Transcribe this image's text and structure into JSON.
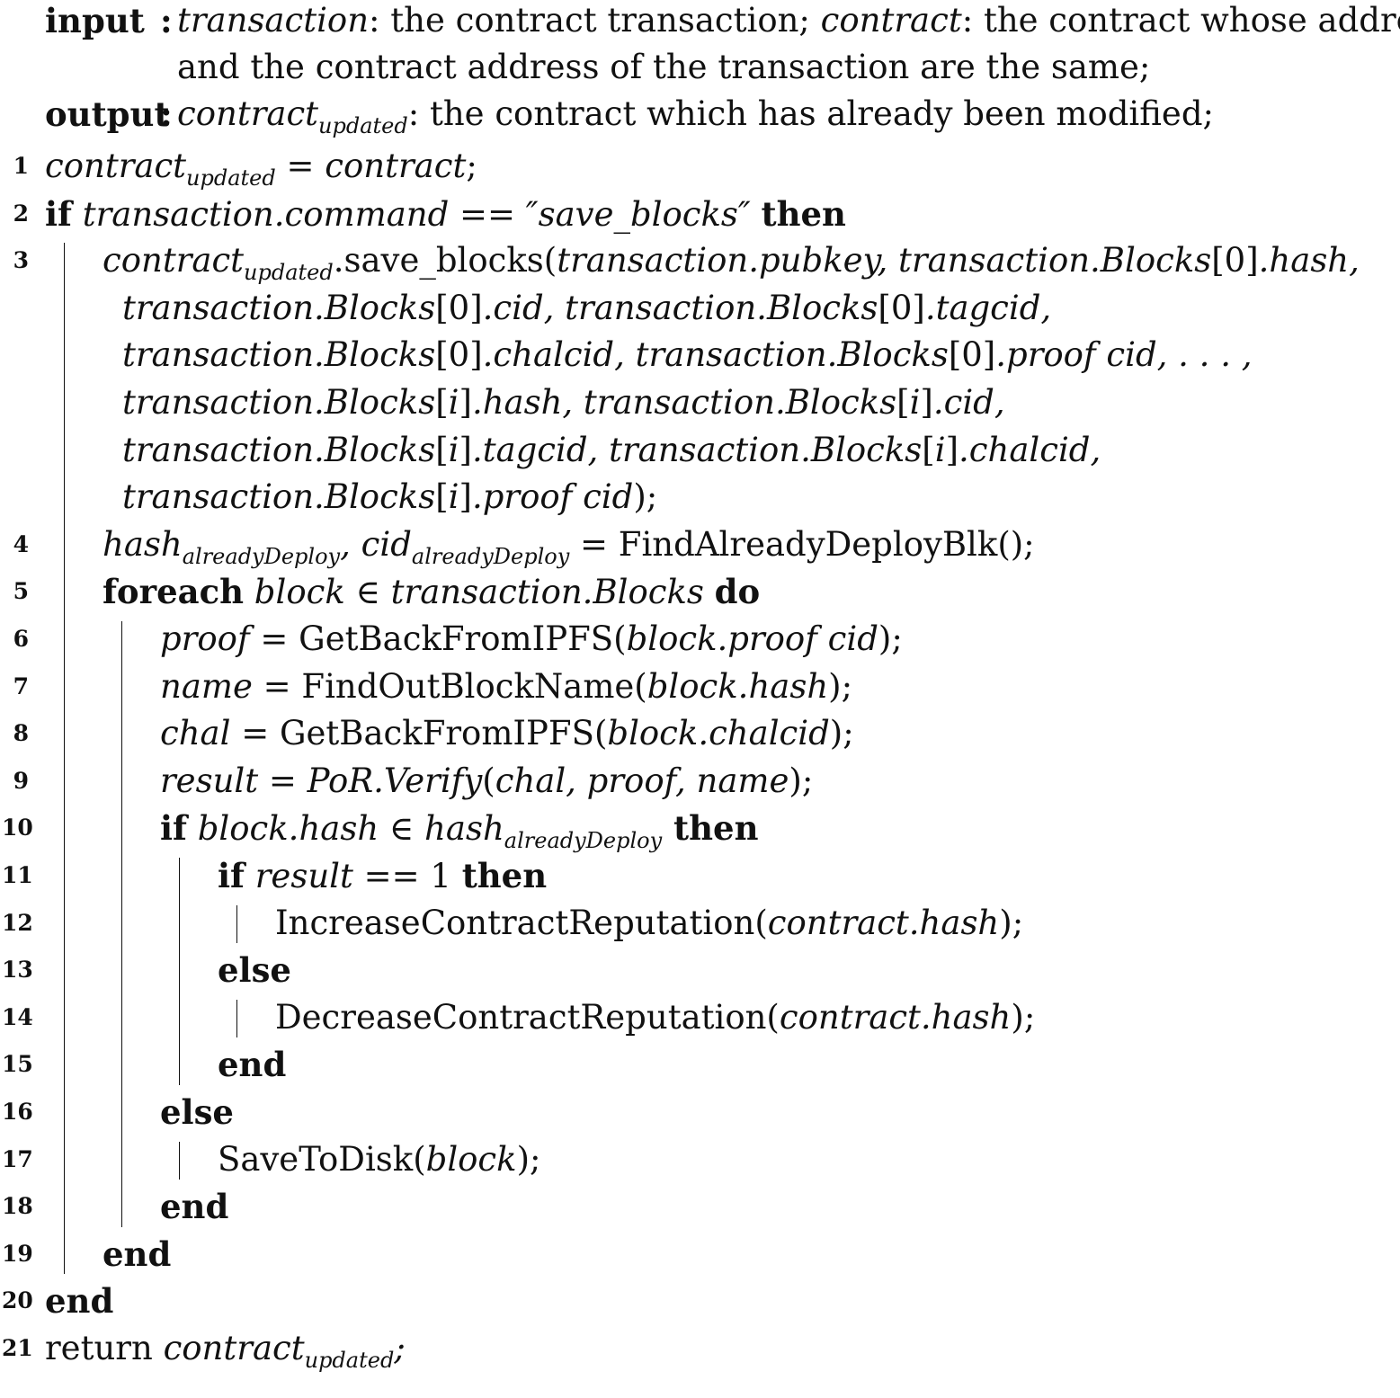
{
  "algorithm": {
    "input_label": "input",
    "output_label": "output",
    "input_line1": [
      {
        "t": "transaction",
        "s": "it"
      },
      {
        "t": ": the contract transaction; ",
        "s": ""
      },
      {
        "t": "contract",
        "s": "it"
      },
      {
        "t": ": the contract whose address",
        "s": ""
      }
    ],
    "input_line2": [
      {
        "t": "and the contract address of the transaction are the same;",
        "s": ""
      }
    ],
    "output_line": [
      {
        "t": "contract",
        "s": "it"
      },
      {
        "t": "updated",
        "s": "sub"
      },
      {
        "t": ": the contract which has already been modified;",
        "s": ""
      }
    ],
    "lines": [
      {
        "n": "1",
        "depth": 0,
        "segs": [
          {
            "t": "contract",
            "s": "it"
          },
          {
            "t": "updated",
            "s": "sub"
          },
          {
            "t": " = ",
            "s": ""
          },
          {
            "t": "contract",
            "s": "it"
          },
          {
            "t": ";",
            "s": ""
          }
        ]
      },
      {
        "n": "2",
        "depth": 0,
        "segs": [
          {
            "t": "if",
            "s": "kw"
          },
          {
            "t": " transaction.command == ″save_blocks″ ",
            "s": "it"
          },
          {
            "t": "then",
            "s": "kw"
          }
        ]
      },
      {
        "n": "3",
        "depth": 1,
        "segs": [
          {
            "t": "contract",
            "s": "it"
          },
          {
            "t": "updated",
            "s": "sub"
          },
          {
            "t": ".save_blocks(",
            "s": ""
          },
          {
            "t": "transaction.pubkey, transaction.Blocks",
            "s": "it"
          },
          {
            "t": "[0]",
            "s": ""
          },
          {
            "t": ".hash,",
            "s": "it"
          }
        ]
      },
      {
        "n": "",
        "depth": 1,
        "cont": true,
        "segs": [
          {
            "t": "transaction.Blocks",
            "s": "it"
          },
          {
            "t": "[0]",
            "s": ""
          },
          {
            "t": ".cid, transaction.Blocks",
            "s": "it"
          },
          {
            "t": "[0]",
            "s": ""
          },
          {
            "t": ".tagcid,",
            "s": "it"
          }
        ]
      },
      {
        "n": "",
        "depth": 1,
        "cont": true,
        "segs": [
          {
            "t": "transaction.Blocks",
            "s": "it"
          },
          {
            "t": "[0]",
            "s": ""
          },
          {
            "t": ".chalcid, transaction.Blocks",
            "s": "it"
          },
          {
            "t": "[0]",
            "s": ""
          },
          {
            "t": ".proof cid, . . . ,",
            "s": "it"
          }
        ]
      },
      {
        "n": "",
        "depth": 1,
        "cont": true,
        "segs": [
          {
            "t": "transaction.Blocks",
            "s": "it"
          },
          {
            "t": "[",
            "s": ""
          },
          {
            "t": "i",
            "s": "it"
          },
          {
            "t": "]",
            "s": ""
          },
          {
            "t": ".hash, transaction.Blocks",
            "s": "it"
          },
          {
            "t": "[",
            "s": ""
          },
          {
            "t": "i",
            "s": "it"
          },
          {
            "t": "]",
            "s": ""
          },
          {
            "t": ".cid,",
            "s": "it"
          }
        ]
      },
      {
        "n": "",
        "depth": 1,
        "cont": true,
        "segs": [
          {
            "t": "transaction.Blocks",
            "s": "it"
          },
          {
            "t": "[",
            "s": ""
          },
          {
            "t": "i",
            "s": "it"
          },
          {
            "t": "]",
            "s": ""
          },
          {
            "t": ".tagcid, transaction.Blocks",
            "s": "it"
          },
          {
            "t": "[",
            "s": ""
          },
          {
            "t": "i",
            "s": "it"
          },
          {
            "t": "]",
            "s": ""
          },
          {
            "t": ".chalcid,",
            "s": "it"
          }
        ]
      },
      {
        "n": "",
        "depth": 1,
        "cont": true,
        "segs": [
          {
            "t": "transaction.Blocks",
            "s": "it"
          },
          {
            "t": "[",
            "s": ""
          },
          {
            "t": "i",
            "s": "it"
          },
          {
            "t": "]",
            "s": ""
          },
          {
            "t": ".proof cid",
            "s": "it"
          },
          {
            "t": ");",
            "s": ""
          }
        ]
      },
      {
        "n": "4",
        "depth": 1,
        "segs": [
          {
            "t": "hash",
            "s": "it"
          },
          {
            "t": "alreadyDeploy",
            "s": "sub"
          },
          {
            "t": ", ",
            "s": "it"
          },
          {
            "t": "cid",
            "s": "it"
          },
          {
            "t": "alreadyDeploy",
            "s": "sub"
          },
          {
            "t": " = FindAlreadyDeployBlk();",
            "s": ""
          }
        ]
      },
      {
        "n": "5",
        "depth": 1,
        "segs": [
          {
            "t": "foreach",
            "s": "kw"
          },
          {
            "t": " block ∈ transaction.Blocks ",
            "s": "it"
          },
          {
            "t": "do",
            "s": "kw"
          }
        ]
      },
      {
        "n": "6",
        "depth": 2,
        "segs": [
          {
            "t": "proof",
            "s": "it"
          },
          {
            "t": " = GetBackFromIPFS(",
            "s": ""
          },
          {
            "t": "block.proof cid",
            "s": "it"
          },
          {
            "t": ");",
            "s": ""
          }
        ]
      },
      {
        "n": "7",
        "depth": 2,
        "segs": [
          {
            "t": "name",
            "s": "it"
          },
          {
            "t": " = FindOutBlockName(",
            "s": ""
          },
          {
            "t": "block.hash",
            "s": "it"
          },
          {
            "t": ");",
            "s": ""
          }
        ]
      },
      {
        "n": "8",
        "depth": 2,
        "segs": [
          {
            "t": "chal",
            "s": "it"
          },
          {
            "t": " = GetBackFromIPFS(",
            "s": ""
          },
          {
            "t": "block.chalcid",
            "s": "it"
          },
          {
            "t": ");",
            "s": ""
          }
        ]
      },
      {
        "n": "9",
        "depth": 2,
        "segs": [
          {
            "t": "result",
            "s": "it"
          },
          {
            "t": " = ",
            "s": ""
          },
          {
            "t": "PoR.Verify",
            "s": "it"
          },
          {
            "t": "(",
            "s": ""
          },
          {
            "t": "chal, proof, name",
            "s": "it"
          },
          {
            "t": ");",
            "s": ""
          }
        ]
      },
      {
        "n": "10",
        "depth": 2,
        "segs": [
          {
            "t": "if",
            "s": "kw"
          },
          {
            "t": " block.hash ∈ hash",
            "s": "it"
          },
          {
            "t": "alreadyDeploy",
            "s": "sub"
          },
          {
            "t": " then",
            "s": "kw"
          }
        ]
      },
      {
        "n": "11",
        "depth": 3,
        "segs": [
          {
            "t": "if",
            "s": "kw"
          },
          {
            "t": " result == ",
            "s": "it"
          },
          {
            "t": "1 ",
            "s": ""
          },
          {
            "t": "then",
            "s": "kw"
          }
        ]
      },
      {
        "n": "12",
        "depth": 4,
        "segs": [
          {
            "t": "IncreaseContractReputation(",
            "s": ""
          },
          {
            "t": "contract.hash",
            "s": "it"
          },
          {
            "t": ");",
            "s": ""
          }
        ]
      },
      {
        "n": "13",
        "depth": 3,
        "segs": [
          {
            "t": "else",
            "s": "kw"
          }
        ]
      },
      {
        "n": "14",
        "depth": 4,
        "segs": [
          {
            "t": "DecreaseContractReputation(",
            "s": ""
          },
          {
            "t": "contract.hash",
            "s": "it"
          },
          {
            "t": ");",
            "s": ""
          }
        ]
      },
      {
        "n": "15",
        "depth": 3,
        "segs": [
          {
            "t": "end",
            "s": "kw"
          }
        ]
      },
      {
        "n": "16",
        "depth": 2,
        "segs": [
          {
            "t": "else",
            "s": "kw"
          }
        ]
      },
      {
        "n": "17",
        "depth": 3,
        "segs": [
          {
            "t": "SaveToDisk(",
            "s": ""
          },
          {
            "t": "block",
            "s": "it"
          },
          {
            "t": ");",
            "s": ""
          }
        ]
      },
      {
        "n": "18",
        "depth": 2,
        "segs": [
          {
            "t": "end",
            "s": "kw"
          }
        ]
      },
      {
        "n": "19",
        "depth": 1,
        "segs": [
          {
            "t": "end",
            "s": "kw"
          }
        ]
      },
      {
        "n": "20",
        "depth": 0,
        "segs": [
          {
            "t": "end",
            "s": "kw"
          }
        ]
      },
      {
        "n": "21",
        "depth": 0,
        "segs": [
          {
            "t": "return ",
            "s": ""
          },
          {
            "t": "contract",
            "s": "it"
          },
          {
            "t": "updated",
            "s": "sub"
          },
          {
            "t": ";",
            "s": "it"
          }
        ]
      }
    ]
  }
}
